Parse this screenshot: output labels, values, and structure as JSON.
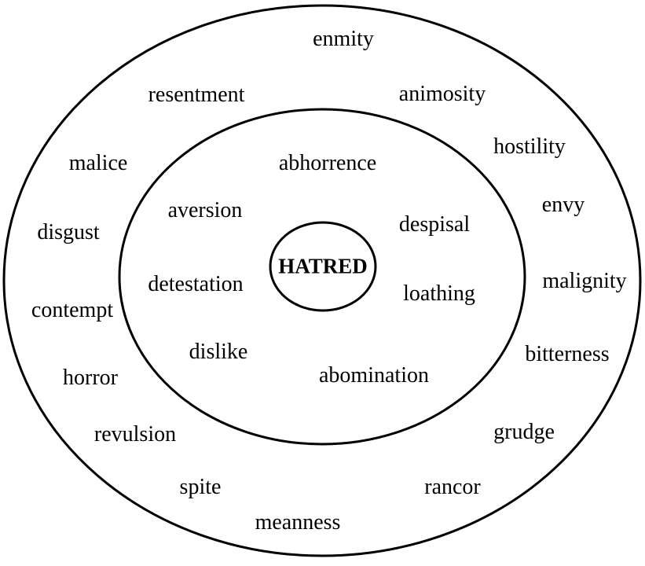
{
  "center": {
    "label": "HATRED"
  },
  "inner_ring": {
    "words": [
      "abhorrence",
      "aversion",
      "despisal",
      "detestation",
      "loathing",
      "dislike",
      "abomination"
    ]
  },
  "outer_ring": {
    "words": [
      "enmity",
      "resentment",
      "animosity",
      "hostility",
      "malice",
      "envy",
      "disgust",
      "malignity",
      "contempt",
      "bitterness",
      "horror",
      "grudge",
      "revulsion",
      "spite",
      "rancor",
      "meanness"
    ]
  },
  "colors": {
    "stroke": "#000000",
    "text": "#000000",
    "background": "#ffffff"
  }
}
